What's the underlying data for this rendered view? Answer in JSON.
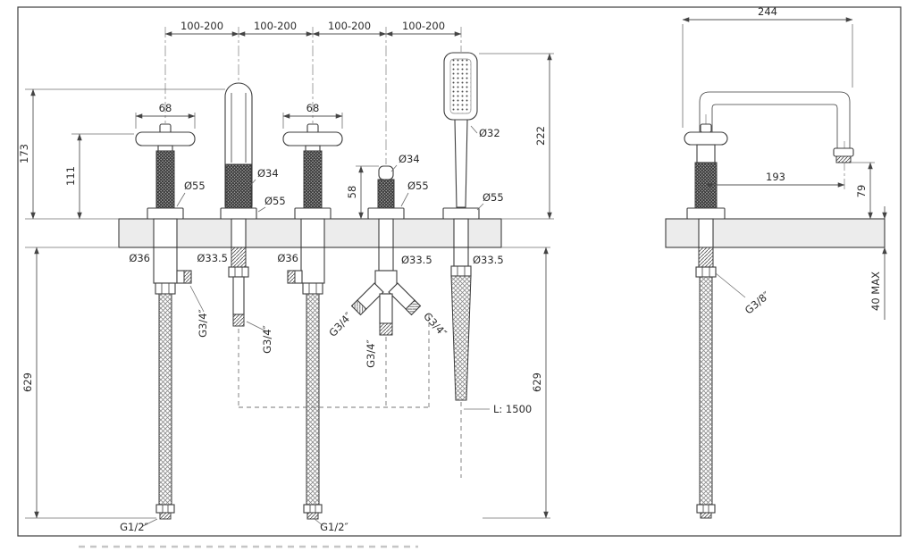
{
  "left_drawing": {
    "spacings": [
      "100-200",
      "100-200",
      "100-200",
      "100-200"
    ],
    "handle_width_left": "68",
    "handle_width_right": "68",
    "spout_height": "173",
    "handle_height": "111",
    "handshower_height": "222",
    "diverter_height": "58",
    "spout_dia": "Ø34",
    "diverter_dia": "Ø34",
    "handshower_dia": "Ø32",
    "esc_dia_handle1": "Ø55",
    "esc_dia_spout": "Ø55",
    "esc_dia_diverter": "Ø55",
    "esc_dia_holder": "Ø55",
    "body_dia_handle1": "Ø36",
    "body_dia_handle2": "Ø36",
    "hole_dia_spout": "Ø33.5",
    "hole_dia_diverter": "Ø33.5",
    "hole_dia_holder": "Ø33.5",
    "thread_handle1": "G3/4″",
    "thread_spout": "G3/4″",
    "thread_div_left": "G3/4″",
    "thread_div_bottom": "G3/4″",
    "thread_div_right": "G3/4″",
    "hose_len_left": "629",
    "hose_len_right": "629",
    "shower_hose_len": "L: 1500",
    "hose_thread_1": "G1/2″",
    "hose_thread_2": "G1/2″"
  },
  "right_drawing": {
    "reach": "244",
    "projection": "193",
    "outlet_height": "79",
    "deck_max": "40 MAX",
    "thread": "G3/8″"
  },
  "colors": {
    "line": "#3c3c3c",
    "dim": "#555555",
    "paper": "#ffffff"
  }
}
